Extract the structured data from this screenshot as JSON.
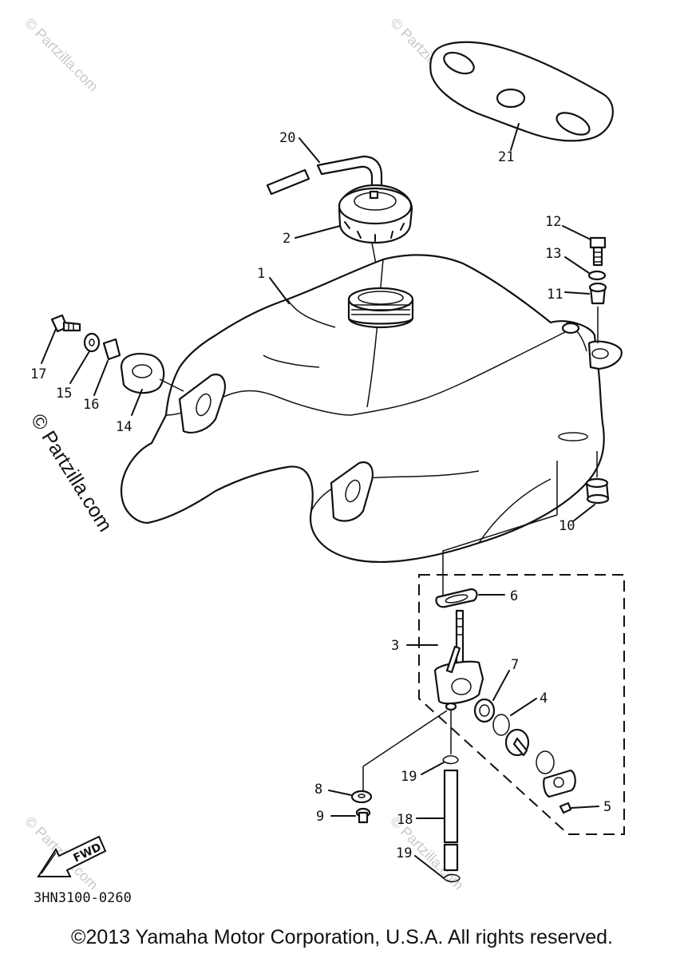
{
  "watermark": "© Partzilla.com",
  "diagram_code": "3HN3100-0260",
  "fwd_label": "FWD",
  "copyright": "©2013 Yamaha Motor Corporation, U.S.A. All rights reserved.",
  "callouts": {
    "c1": "1",
    "c2": "2",
    "c3": "3",
    "c4": "4",
    "c5": "5",
    "c6": "6",
    "c7": "7",
    "c8": "8",
    "c9": "9",
    "c10": "10",
    "c11": "11",
    "c12": "12",
    "c13": "13",
    "c14": "14",
    "c15": "15",
    "c16": "16",
    "c17": "17",
    "c18": "18",
    "c19a": "19",
    "c19b": "19",
    "c20": "20",
    "c21": "21"
  }
}
